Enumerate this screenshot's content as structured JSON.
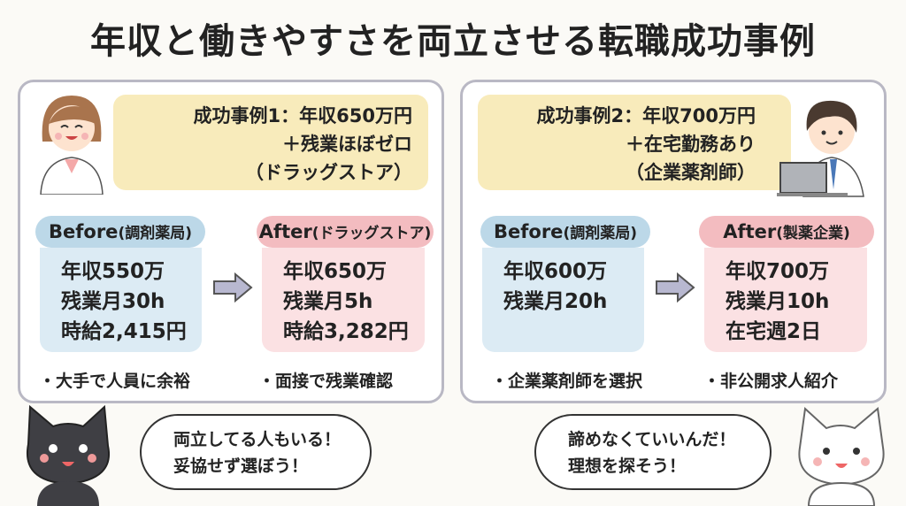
{
  "title": "年収と働きやすさを両立させる転職成功事例",
  "cases": [
    {
      "heading_line1": "成功事例1：年収650万円",
      "heading_line2": "＋残業ほぼゼロ",
      "heading_line3": "（ドラッグストア）",
      "before_label": "Before",
      "before_place": "(調剤薬局)",
      "before_lines": [
        "年収550万",
        "残業月30h",
        "時給2,415円"
      ],
      "after_label": "After",
      "after_place": "(ドラッグストア)",
      "after_lines": [
        "年収650万",
        "残業月5h",
        "時給3,282円"
      ],
      "before_note": "・大手で人員に余裕",
      "after_note": "・面接で残業確認"
    },
    {
      "heading_line1": "成功事例2：年収700万円",
      "heading_line2": "＋在宅勤務あり",
      "heading_line3": "（企業薬剤師）",
      "before_label": "Before",
      "before_place": "(調剤薬局)",
      "before_lines": [
        "年収600万",
        "残業月20h"
      ],
      "after_label": "After",
      "after_place": "(製薬企業)",
      "after_lines": [
        "年収700万",
        "残業月10h",
        "在宅週2日"
      ],
      "before_note": "・企業薬剤師を選択",
      "after_note": "・非公開求人紹介"
    }
  ],
  "bubbles": [
    {
      "line1": "両立してる人もいる！",
      "line2": "妥協せず選ぼう！"
    },
    {
      "line1": "諦めなくていいんだ！",
      "line2": "理想を探そう！"
    }
  ]
}
